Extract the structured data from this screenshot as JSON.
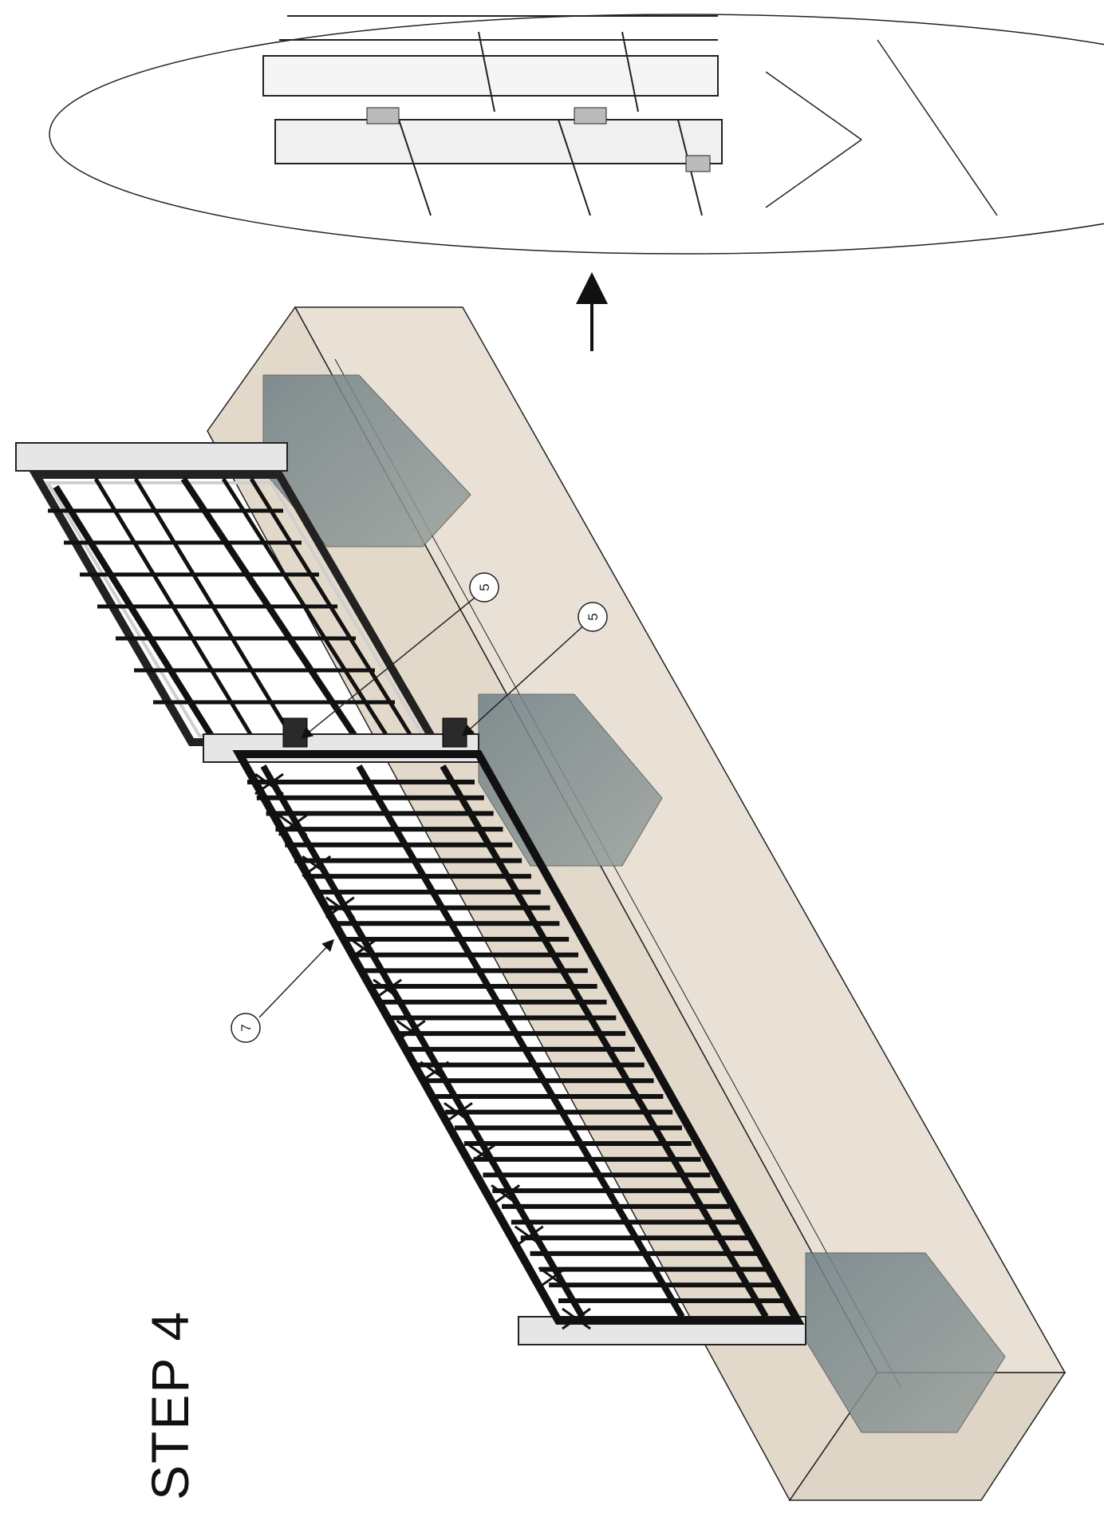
{
  "title": "STEP 4",
  "callouts": [
    {
      "id": "a",
      "label": "5"
    },
    {
      "id": "b",
      "label": "5"
    },
    {
      "id": "c",
      "label": "7"
    }
  ],
  "colors": {
    "slab": "#e8e0d4",
    "slab_side": "#ddd3c5",
    "footing": "#7f8b8c",
    "gate": "#1a1a1a",
    "post": "#e3e3e3",
    "line": "#222222"
  }
}
